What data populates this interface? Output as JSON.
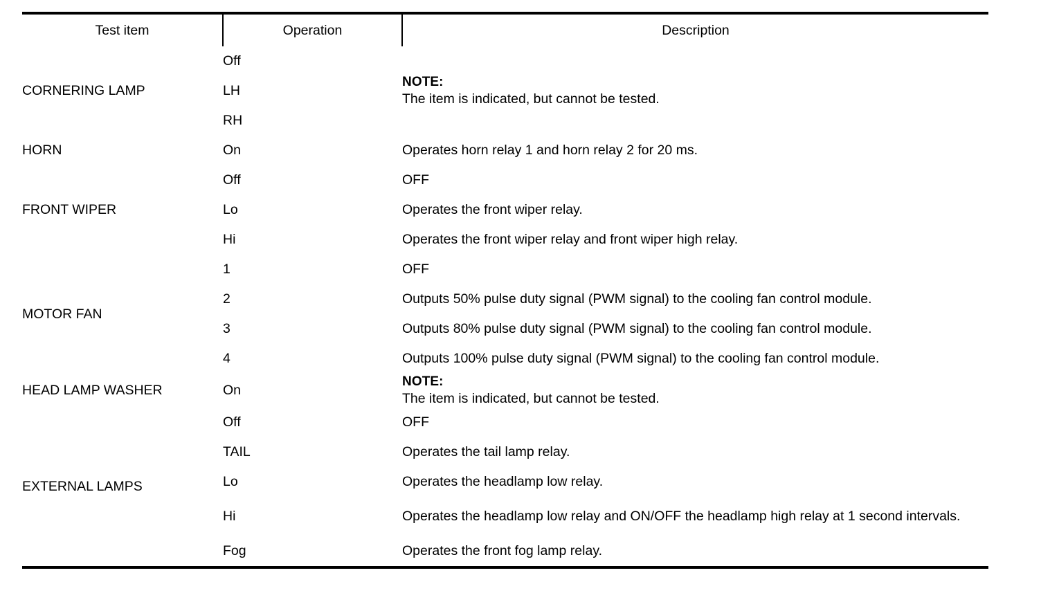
{
  "table": {
    "headers": {
      "test_item": "Test item",
      "operation": "Operation",
      "description": "Description"
    },
    "note_label": "NOTE:",
    "note_text": "The item is indicated, but cannot be tested.",
    "groups": [
      {
        "item": "CORNERING LAMP",
        "shared_description": true,
        "description_note_label": "NOTE:",
        "description_note_text": "The item is indicated, but cannot be tested.",
        "rows": [
          {
            "operation": "Off"
          },
          {
            "operation": "LH"
          },
          {
            "operation": "RH"
          }
        ]
      },
      {
        "item": "HORN",
        "shared_description": false,
        "rows": [
          {
            "operation": "On",
            "description": "Operates horn relay 1 and horn relay 2 for 20 ms."
          }
        ]
      },
      {
        "item": "FRONT WIPER",
        "shared_description": false,
        "rows": [
          {
            "operation": "Off",
            "description": "OFF"
          },
          {
            "operation": "Lo",
            "description": "Operates the front wiper relay."
          },
          {
            "operation": "Hi",
            "description": "Operates the front wiper relay and front wiper high relay."
          }
        ]
      },
      {
        "item": "MOTOR FAN",
        "shared_description": false,
        "rows": [
          {
            "operation": "1",
            "description": "OFF"
          },
          {
            "operation": "2",
            "description": "Outputs 50% pulse duty signal (PWM signal) to the cooling fan control module."
          },
          {
            "operation": "3",
            "description": "Outputs 80% pulse duty signal (PWM signal) to the cooling fan control module."
          },
          {
            "operation": "4",
            "description": "Outputs 100% pulse duty signal (PWM signal) to the cooling fan control module."
          }
        ]
      },
      {
        "item": "HEAD LAMP WASHER",
        "shared_description": false,
        "rows": [
          {
            "operation": "On",
            "note_label": "NOTE:",
            "note_text": "The item is indicated, but cannot be tested."
          }
        ]
      },
      {
        "item": "EXTERNAL LAMPS",
        "shared_description": false,
        "rows": [
          {
            "operation": "Off",
            "description": "OFF"
          },
          {
            "operation": "TAIL",
            "description": "Operates the tail lamp relay."
          },
          {
            "operation": "Lo",
            "description": "Operates the headlamp low relay."
          },
          {
            "operation": "Hi",
            "description": "Operates the headlamp low relay and ON/OFF the headlamp high relay at 1 second intervals."
          },
          {
            "operation": "Fog",
            "description": "Operates the front fog lamp relay."
          }
        ]
      }
    ]
  }
}
